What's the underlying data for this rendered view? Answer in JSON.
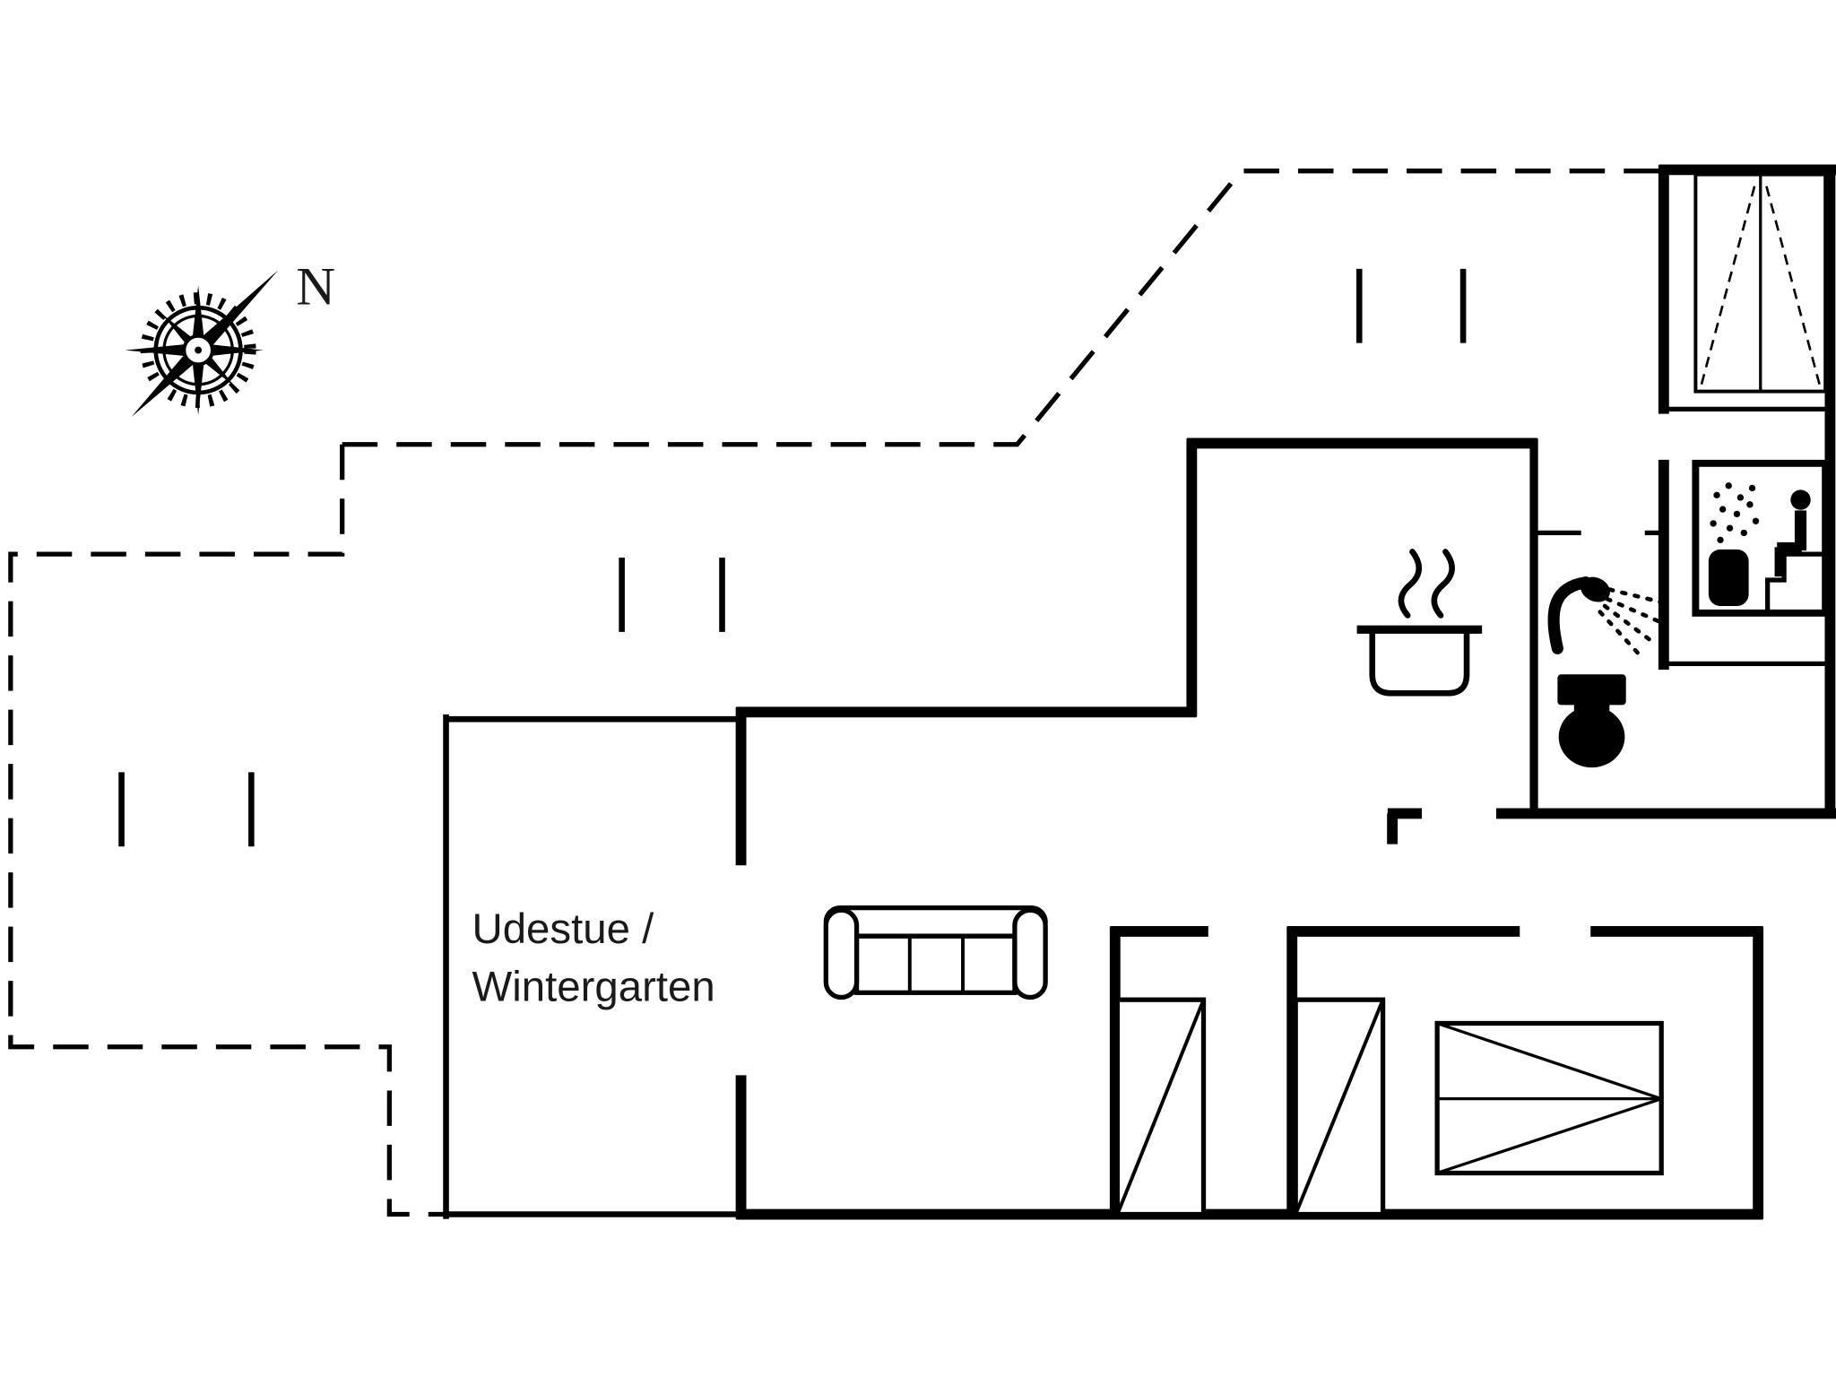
{
  "page": {
    "background_color": "#ffffff",
    "line_color": "#000000",
    "text_color": "#1a1a1a"
  },
  "floorplan": {
    "room_label_line1": "Udestue /",
    "room_label_line2": "Wintergarten",
    "compass_label": "N",
    "icons": {
      "compass_rose": "compass-rose",
      "cooking_pot": "pot-with-steam",
      "shower": "shower-head-with-spray",
      "toilet": "toilet",
      "sauna": "sauna-with-bather-and-steam",
      "sofa": "three-seat-sofa",
      "wardrobe_left": "wardrobe-closet",
      "wardrobe_right": "wardrobe-closet",
      "bed": "double-bed",
      "patio_door": "patio-double-door",
      "terrace_posts": "terrace-posts",
      "walls": "walls",
      "terrace_outline": "dashed-terrace-outline"
    }
  }
}
